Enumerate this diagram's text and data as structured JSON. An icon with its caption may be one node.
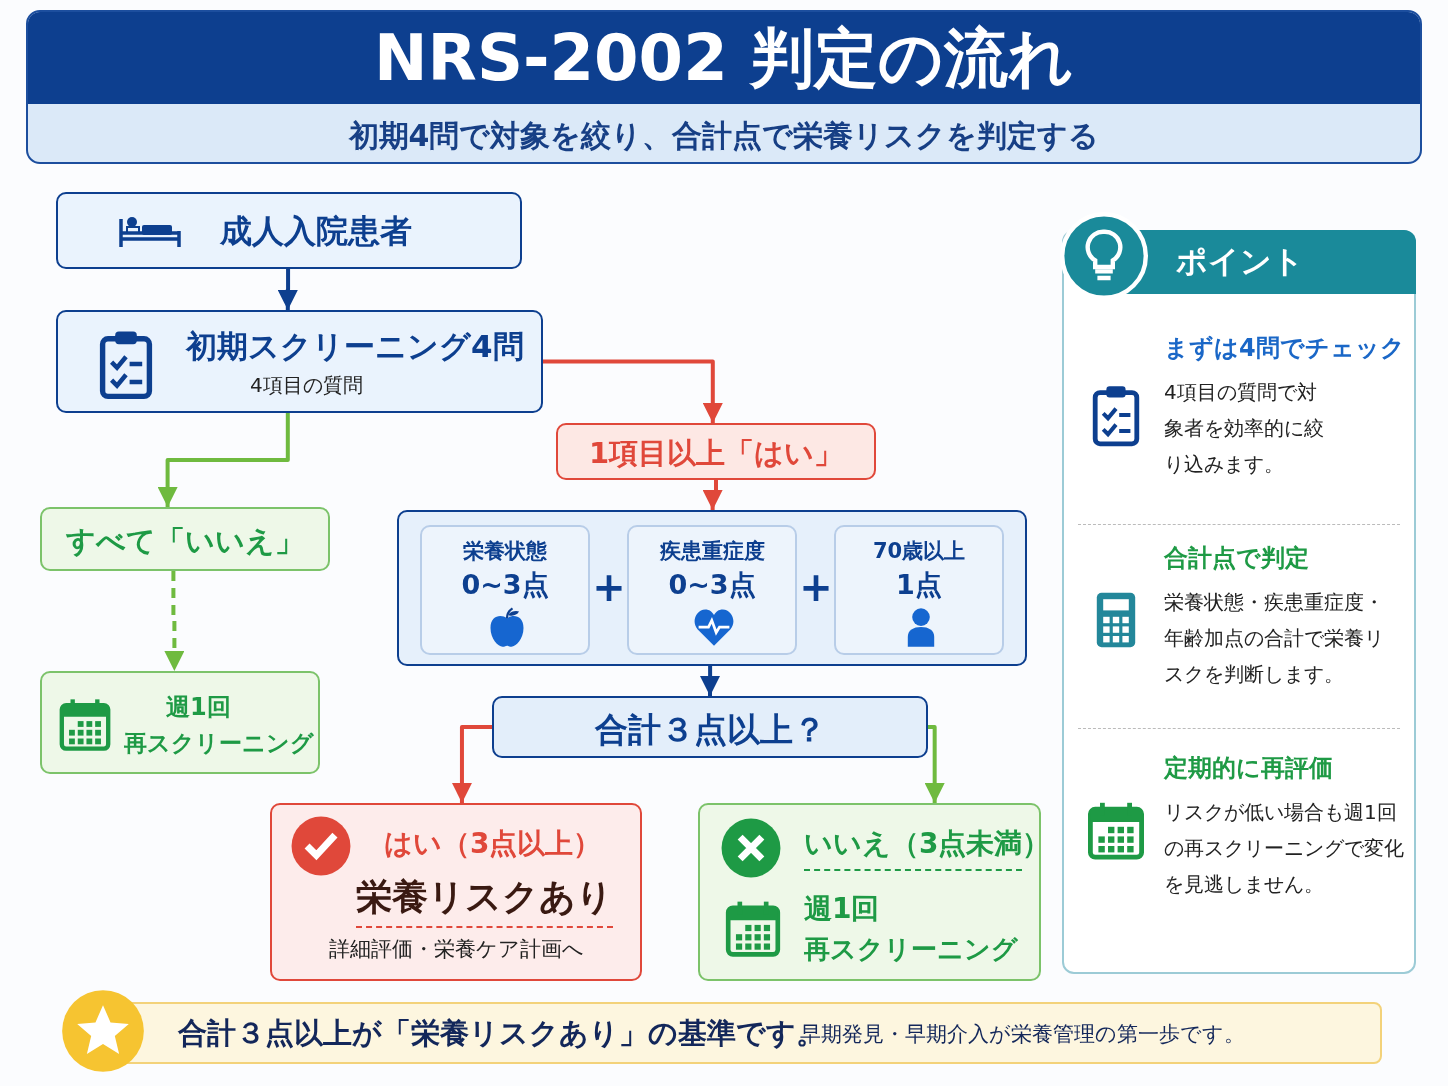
{
  "diagram": {
    "title": "NRS-2002 判定の流れ",
    "nodes": [
      {
        "text": [
          "成人入院患者"
        ]
      },
      {
        "text": [
          "初期スクリーニング4問",
          "4項目の質問"
        ]
      },
      {
        "text": [
          "1項目以上「はい」"
        ]
      },
      {
        "text": [
          "すべて「いいえ」"
        ]
      },
      {
        "text": [
          "週1回",
          "再スクリーニング"
        ]
      },
      {
        "text": [],
        "shape": "box"
      },
      {
        "text": [
          "栄養状態",
          "0~3点"
        ],
        "in": 5
      },
      {
        "text": [
          "疾患重症度",
          "0~3点"
        ],
        "in": 5
      },
      {
        "text": [
          "70歳以上",
          "1点"
        ],
        "in": 5
      },
      {
        "text": [
          "合計３点以上？"
        ]
      },
      {
        "text": [
          "はい（3点以上）",
          "栄養リスクあり",
          "詳細評価・栄養ケア計画へ"
        ]
      },
      {
        "text": [
          "いいえ（3点未満）",
          "週1回",
          "再スクリーニング"
        ]
      },
      {
        "text": [
          "ポイント"
        ]
      },
      {
        "text": [
          "まずは4問でチェック",
          "4項目の質問で対象者を効率的に絞り込みます。"
        ],
        "in": 12
      },
      {
        "text": [
          "合計点で判定",
          "栄養状態・疾患重症度・年齢加点の合計で栄養リスクを判断します。"
        ],
        "in": 12
      },
      {
        "text": [
          "定期的に再評価",
          "リスクが低い場合も週1回の再スクリーニングで変化を見逃しません。"
        ],
        "in": 12
      },
      {
        "text": [
          "合計３点以上が「栄養リスクあり」の基準です。",
          "早期発見・早期介入が栄養管理の第一歩です。"
        ]
      }
    ],
    "edges": [
      {
        "from": 0,
        "to": 1,
        "arrow": "to",
        "color": "#0d3f8f"
      },
      {
        "from": 1,
        "to": 2,
        "arrow": "to",
        "color": "#e0483a"
      },
      {
        "from": 1,
        "to": 3,
        "arrow": "to",
        "color": "#6fba3f"
      },
      {
        "from": 3,
        "to": 4,
        "arrow": "to",
        "style": "dashed",
        "color": "#6fba3f"
      },
      {
        "from": 2,
        "to": 5,
        "arrow": "to",
        "color": "#e0483a"
      },
      {
        "from": 5,
        "to": 9,
        "arrow": "to",
        "color": "#0d3f8f"
      },
      {
        "from": 9,
        "to": 10,
        "arrow": "to",
        "color": "#e0483a"
      },
      {
        "from": 9,
        "to": 11,
        "arrow": "to",
        "color": "#6fba3f"
      }
    ],
    "labels": [
      "初期4問で対象を絞り、合計点で栄養リスクを判定する",
      "+",
      "+"
    ]
  }
}
